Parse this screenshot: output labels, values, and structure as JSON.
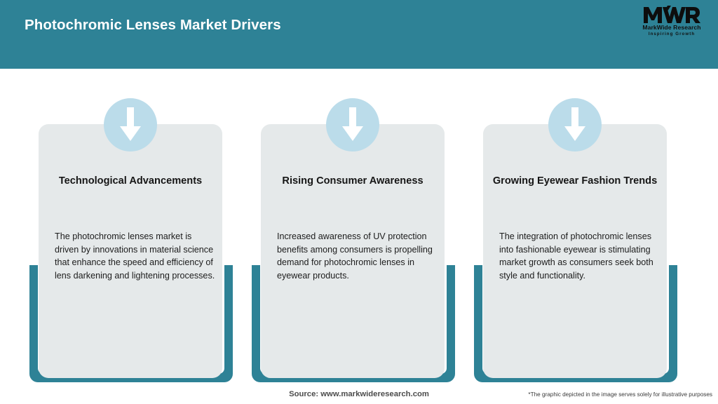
{
  "header": {
    "title": "Photochromic Lenses Market Drivers",
    "background_color": "#2e8296",
    "title_color": "#ffffff"
  },
  "logo": {
    "mark": "MWR",
    "name": "MarkWide Research",
    "tagline": "Inspiring Growth"
  },
  "cards": [
    {
      "icon": "down-arrow-icon",
      "heading": "Technological Advancements",
      "text": "The photochromic lenses market is driven by innovations in material science that enhance the speed and efficiency of lens darkening and lightening processes."
    },
    {
      "icon": "down-arrow-icon",
      "heading": "Rising Consumer Awareness",
      "text": "Increased awareness of UV protection benefits among consumers is propelling demand for photochromic lenses in eyewear products."
    },
    {
      "icon": "down-arrow-icon",
      "heading": "Growing Eyewear Fashion Trends",
      "text": "The integration of photochromic lenses into fashionable eyewear is stimulating market growth as consumers seek both style and functionality."
    }
  ],
  "footer": {
    "source": "Source: www.markwideresearch.com",
    "disclaimer": "*The graphic depicted in the image serves solely for illustrative purposes"
  },
  "colors": {
    "teal": "#2e8296",
    "card_grey": "#e5e9ea",
    "icon_circle_blue": "#bbdcea",
    "arrow_white": "#ffffff"
  }
}
